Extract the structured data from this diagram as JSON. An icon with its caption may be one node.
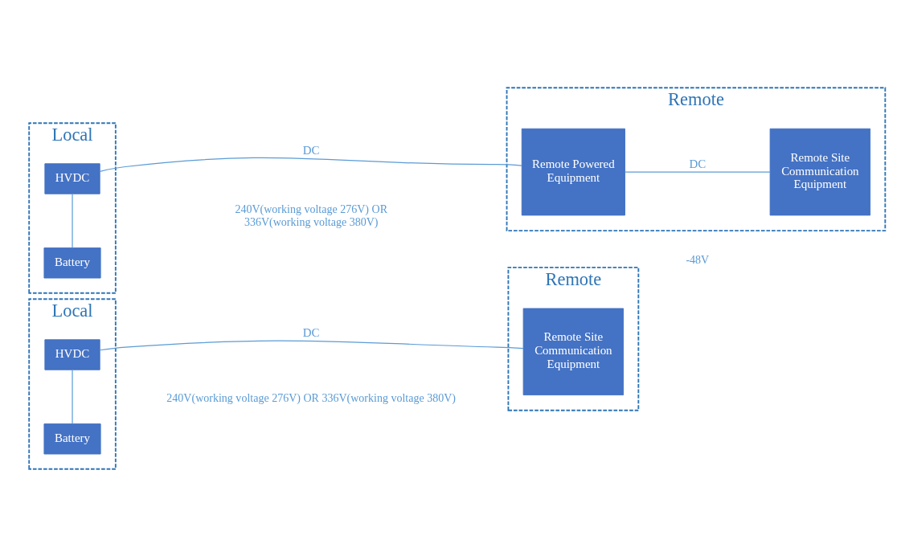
{
  "diagram": {
    "nodes": [
      {
        "text": [
          "Local"
        ]
      },
      {
        "text": [
          "HVDC"
        ],
        "in": 0
      },
      {
        "text": [
          "Battery"
        ],
        "in": 0
      },
      {
        "text": [
          "Remote"
        ]
      },
      {
        "text": [
          "Remote Site Communication Equipment"
        ],
        "in": 3
      },
      {
        "text": [
          "Local"
        ]
      },
      {
        "text": [
          "HVDC"
        ],
        "in": 5
      },
      {
        "text": [
          "Battery"
        ],
        "in": 5
      },
      {
        "text": [
          "Remote"
        ]
      },
      {
        "text": [
          "Remote Powered Equipment"
        ],
        "in": 8
      },
      {
        "text": [
          "Remote Site Communication Equipment"
        ],
        "in": 8
      }
    ],
    "edges": [
      {
        "from": 1,
        "to": 2,
        "arrow": "none"
      },
      {
        "from": 1,
        "to": 4,
        "arrow": "none",
        "label": "DC"
      },
      {
        "from": 6,
        "to": 7,
        "arrow": "none"
      },
      {
        "from": 6,
        "to": 9,
        "arrow": "none",
        "label": "DC"
      },
      {
        "from": 9,
        "to": 10,
        "arrow": "none",
        "label": "DC"
      }
    ],
    "labels": [
      "240V(working voltage 276V) OR 336V(working voltage 380V)",
      "240V(working voltage 276V) OR 336V(working voltage 380V)",
      "-48V"
    ]
  }
}
